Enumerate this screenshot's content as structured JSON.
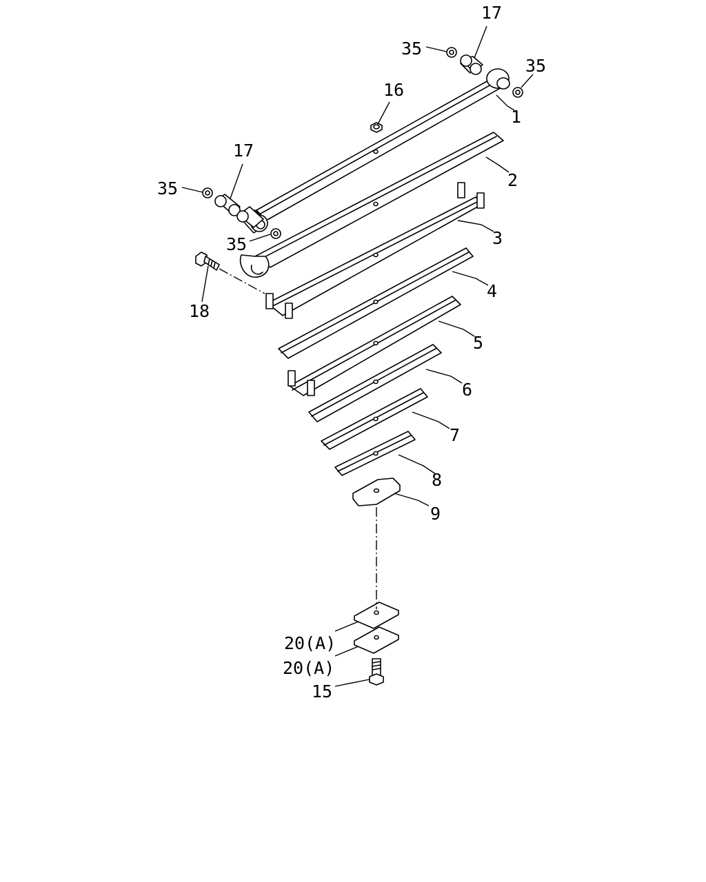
{
  "diagram": {
    "callouts": [
      {
        "id": "c-17-top",
        "label": "17"
      },
      {
        "id": "c-35-top-left",
        "label": "35"
      },
      {
        "id": "c-35-top-right",
        "label": "35"
      },
      {
        "id": "c-16",
        "label": "16"
      },
      {
        "id": "c-1",
        "label": "1"
      },
      {
        "id": "c-2",
        "label": "2"
      },
      {
        "id": "c-17-left",
        "label": "17"
      },
      {
        "id": "c-35-left",
        "label": "35"
      },
      {
        "id": "c-35-mid",
        "label": "35"
      },
      {
        "id": "c-3",
        "label": "3"
      },
      {
        "id": "c-18",
        "label": "18"
      },
      {
        "id": "c-4",
        "label": "4"
      },
      {
        "id": "c-5",
        "label": "5"
      },
      {
        "id": "c-6",
        "label": "6"
      },
      {
        "id": "c-7",
        "label": "7"
      },
      {
        "id": "c-8",
        "label": "8"
      },
      {
        "id": "c-9",
        "label": "9"
      },
      {
        "id": "c-20a-1",
        "label": "20(A)"
      },
      {
        "id": "c-20a-2",
        "label": "20(A)"
      },
      {
        "id": "c-15",
        "label": "15"
      }
    ]
  }
}
